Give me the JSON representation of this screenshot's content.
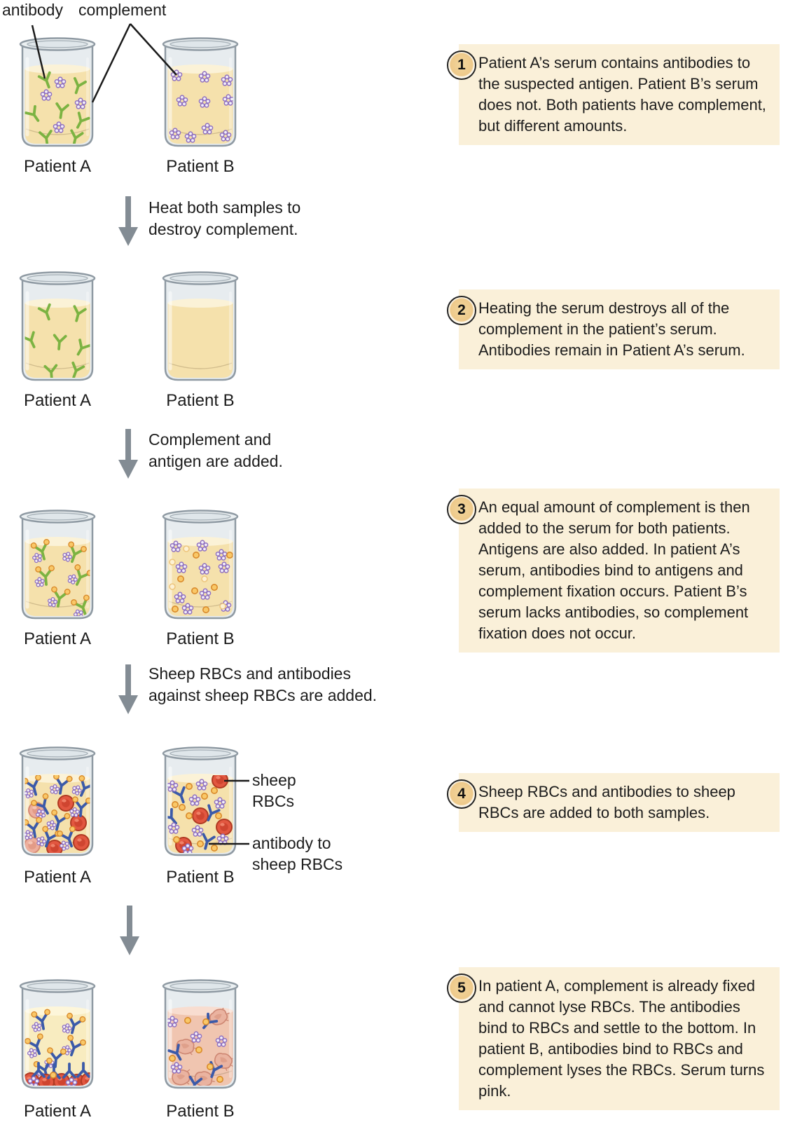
{
  "legend": {
    "antibody": "antibody",
    "complement": "complement"
  },
  "labels": {
    "patient_a": "Patient A",
    "patient_b": "Patient B"
  },
  "arrows": [
    {
      "caption": "Heat both samples to\ndestroy complement."
    },
    {
      "caption": "Complement and\nantigen are added."
    },
    {
      "caption": "Sheep RBCs and antibodies\nagainst sheep RBCs are added."
    },
    {
      "caption": ""
    }
  ],
  "annotations": {
    "sheep_rbcs": "sheep\nRBCs",
    "antibody_to_sheep_rbcs": "antibody to\nsheep RBCs"
  },
  "steps": [
    {
      "num": "1",
      "text": "Patient A’s serum contains antibodies to the suspected antigen. Patient B’s serum does not. Both patients have complement, but different amounts."
    },
    {
      "num": "2",
      "text": "Heating the serum destroys all of the complement in the patient’s serum. Antibodies remain in Patient A’s serum."
    },
    {
      "num": "3",
      "text": "An equal amount of complement is then added to the serum for both patients. Antigens are also added. In patient A’s serum, antibodies bind to antigens and complement fixation occurs. Patient B’s serum lacks antibodies, so complement fixation does not occur."
    },
    {
      "num": "4",
      "text": "Sheep RBCs and antibodies to sheep RBCs are added to both samples."
    },
    {
      "num": "5",
      "text": "In patient A, complement is already fixed and cannot lyse RBCs. The antibodies bind to RBCs and settle to the bottom. In patient B, antibodies bind to RBCs and complement lyses the RBCs. Serum turns pink."
    }
  ],
  "beakers": [
    {
      "a_scene": "antibodies-and-complement",
      "b_scene": "complement-only",
      "a_serum": "tan",
      "b_serum": "tan"
    },
    {
      "a_scene": "antibodies-only",
      "b_scene": "plain-serum",
      "a_serum": "tan",
      "b_serum": "tan"
    },
    {
      "a_scene": "antigen-antibody-complement-complexes",
      "b_scene": "free-complement-and-antigens",
      "a_serum": "tan",
      "b_serum": "tan"
    },
    {
      "a_scene": "complexes-rbcs-and-anti-rbc-antibodies",
      "b_scene": "rbcs-antibodies-free-complement",
      "a_serum": "tan",
      "b_serum": "tan"
    },
    {
      "a_scene": "complexes-floating-rbcs-settled",
      "b_scene": "lysed-rbcs-pink-serum",
      "a_serum": "tan-light",
      "b_serum": "pink"
    }
  ],
  "colors": {
    "serum_tan": "#f5e1ac",
    "serum_tan_light": "#f8ecc0",
    "serum_pink": "#f0c5b0",
    "box_bg": "#faf0d9",
    "number_circle": "#f0cd92",
    "arrow_gray": "#838c94",
    "antibody_green": "#7cb342",
    "antibody_blue": "#3b5aa9",
    "complement_purple": "#8e6fc0",
    "antigen_orange": "#f9c868",
    "rbc_red": "#e25740",
    "glass": "#e7ecef",
    "pointer_line": "#1a1a1a"
  }
}
